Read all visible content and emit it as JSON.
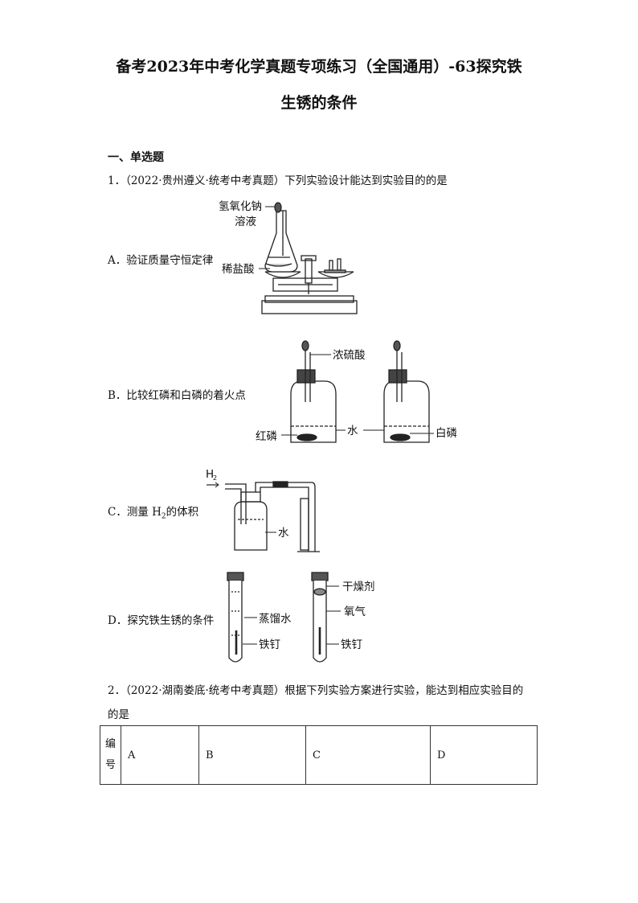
{
  "title": {
    "line1": "备考2023年中考化学真题专项练习（全国通用）-63探究铁",
    "line2": "生锈的条件"
  },
  "section": "一、单选题",
  "q1": {
    "stem": "1．（2022·贵州遵义·统考中考真题）下列实验设计能达到实验目的的是",
    "options": {
      "A": "A．验证质量守恒定律",
      "B": "B．比较红磷和白磷的着火点",
      "C_pre": "C．测量 H",
      "C_sub": "2",
      "C_post": "的体积",
      "D": "D．探究铁生锈的条件"
    },
    "figA": {
      "naoh_line1": "氢氧化钠",
      "naoh_line2": "溶液",
      "hcl": "稀盐酸"
    },
    "figB": {
      "acid": "浓硫酸",
      "water": "水",
      "red_p": "红磷",
      "white_p": "白磷"
    },
    "figC": {
      "gas": "H",
      "gas_sub": "2",
      "water": "水"
    },
    "figD": {
      "water": "蒸馏水",
      "nail1": "铁钉",
      "desiccant": "干燥剂",
      "oxygen": "氧气",
      "nail2": "铁钉"
    }
  },
  "q2": {
    "stem_line1": "2．（2022·湖南娄底·统考中考真题）根据下列实验方案进行实验，能达到相应实验目的",
    "stem_line2": "的是",
    "table": {
      "header_char1": "编",
      "header_char2": "号",
      "cols": [
        "A",
        "B",
        "C",
        "D"
      ]
    }
  }
}
